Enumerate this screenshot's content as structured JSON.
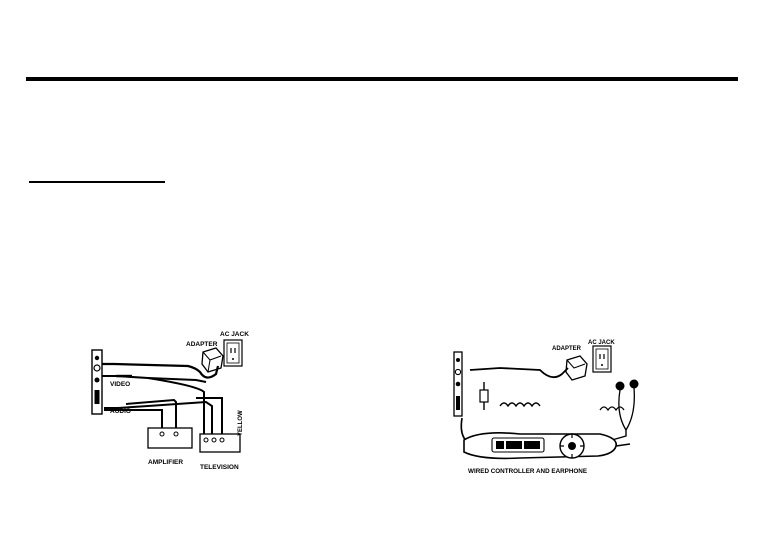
{
  "figure1": {
    "labels": {
      "adapter": "ADAPTER",
      "ac_jack": "AC JACK",
      "video": "VIDEO",
      "audio": "AUDIO",
      "yellow": "YELLOW",
      "amplifier": "AMPLIFIER",
      "television": "TELEVISION"
    }
  },
  "figure2": {
    "labels": {
      "adapter": "ADAPTER",
      "ac_jack": "AC JACK",
      "caption": "WIRED CONTROLLER AND EARPHONE"
    }
  }
}
